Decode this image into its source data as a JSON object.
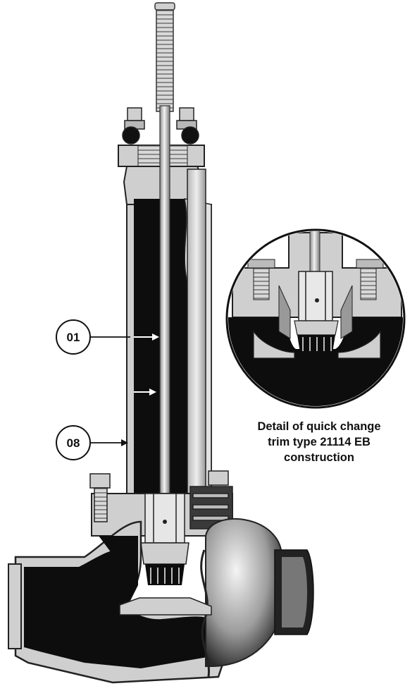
{
  "callouts": [
    {
      "id": "01"
    },
    {
      "id": "08"
    }
  ],
  "caption": {
    "lines": [
      "Detail of quick change",
      "trim type 21114 EB",
      "construction"
    ]
  },
  "colors": {
    "metal": "#cfcfcf",
    "body": "#0d0d0d",
    "outline": "#222222"
  }
}
